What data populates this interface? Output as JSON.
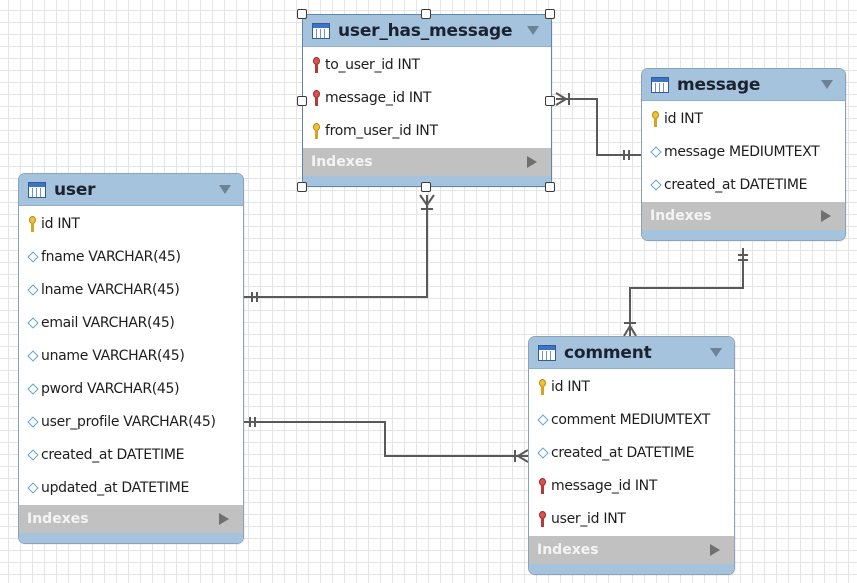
{
  "diagram": {
    "tables": [
      {
        "id": "user_has_message",
        "name": "user_has_message",
        "selected": true,
        "columns": [
          {
            "key": "fk",
            "text": "to_user_id INT"
          },
          {
            "key": "fk",
            "text": "message_id INT"
          },
          {
            "key": "pk",
            "text": "from_user_id INT"
          }
        ],
        "indexes_label": "Indexes"
      },
      {
        "id": "message",
        "name": "message",
        "selected": false,
        "columns": [
          {
            "key": "pk",
            "text": "id INT"
          },
          {
            "key": "field",
            "text": "message MEDIUMTEXT"
          },
          {
            "key": "field",
            "text": "created_at DATETIME"
          }
        ],
        "indexes_label": "Indexes"
      },
      {
        "id": "user",
        "name": "user",
        "selected": false,
        "columns": [
          {
            "key": "pk",
            "text": "id INT"
          },
          {
            "key": "field",
            "text": "fname VARCHAR(45)"
          },
          {
            "key": "field",
            "text": "lname VARCHAR(45)"
          },
          {
            "key": "field",
            "text": "email VARCHAR(45)"
          },
          {
            "key": "field",
            "text": "uname VARCHAR(45)"
          },
          {
            "key": "field",
            "text": "pword VARCHAR(45)"
          },
          {
            "key": "field",
            "text": "user_profile VARCHAR(45)"
          },
          {
            "key": "field",
            "text": "created_at DATETIME"
          },
          {
            "key": "field",
            "text": "updated_at DATETIME"
          }
        ],
        "indexes_label": "Indexes"
      },
      {
        "id": "comment",
        "name": "comment",
        "selected": false,
        "columns": [
          {
            "key": "pk",
            "text": "id INT"
          },
          {
            "key": "field",
            "text": "comment MEDIUMTEXT"
          },
          {
            "key": "field",
            "text": "created_at DATETIME"
          },
          {
            "key": "fk",
            "text": "message_id INT"
          },
          {
            "key": "fk",
            "text": "user_id INT"
          }
        ],
        "indexes_label": "Indexes"
      }
    ],
    "relationships": [
      {
        "from": "user",
        "to": "user_has_message",
        "from_end": "one",
        "to_end": "many"
      },
      {
        "from": "message",
        "to": "user_has_message",
        "from_end": "one",
        "to_end": "many"
      },
      {
        "from": "message",
        "to": "comment",
        "from_end": "one",
        "to_end": "many"
      },
      {
        "from": "user",
        "to": "comment",
        "from_end": "one",
        "to_end": "many"
      }
    ],
    "colors": {
      "header": "#a5c3dd",
      "border": "#8aa3bb",
      "indexes_bar": "#c1c1c1",
      "connector": "#5a5a5a",
      "primary_key": "#f0c23a",
      "foreign_key": "#d9534f",
      "field_marker": "#5fa4c8"
    }
  }
}
